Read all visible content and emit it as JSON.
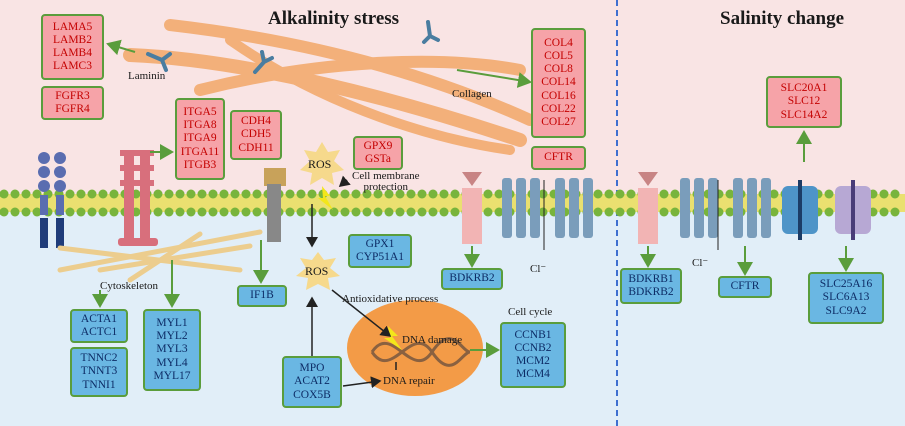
{
  "titles": {
    "alkalinity": "Alkalinity stress",
    "salinity": "Salinity change"
  },
  "labels": {
    "laminin": "Laminin",
    "collagen": "Collagen",
    "ros_top": "ROS",
    "ros_bottom": "ROS",
    "membrane_protection": "Cell membrane\nprotection",
    "cytoskeleton": "Cytoskeleton",
    "antioxidative": "Antioxidative process",
    "dna_damage": "DNA damage",
    "dna_repair": "DNA repair",
    "cell_cycle": "Cell cycle",
    "chloride_left": "Cl⁻",
    "chloride_right": "Cl⁻"
  },
  "gene_boxes": {
    "laminin_genes": [
      "LAMA5",
      "LAMB2",
      "LAMB4",
      "LAMC3"
    ],
    "fgfr": [
      "FGFR3",
      "FGFR4"
    ],
    "integrins": [
      "ITGA5",
      "ITGA8",
      "ITGA9",
      "ITGA11",
      "ITGB3"
    ],
    "cadherins": [
      "CDH4",
      "CDH5",
      "CDH11"
    ],
    "gpx_gst": [
      "GPX9",
      "GSTa"
    ],
    "collagens": [
      "COL4",
      "COL5",
      "COL8",
      "COL14",
      "COL16",
      "COL22",
      "COL27"
    ],
    "cftr_top": [
      "CFTR"
    ],
    "slc_up": [
      "SLC20A1",
      "SLC12",
      "SLC14A2"
    ],
    "actin": [
      "ACTA1",
      "ACTC1"
    ],
    "troponin": [
      "TNNC2",
      "TNNT3",
      "TNNI1"
    ],
    "myosin": [
      "MYL1",
      "MYL2",
      "MYL3",
      "MYL4",
      "MYL17"
    ],
    "if1b": [
      "IF1B"
    ],
    "gpx1": [
      "GPX1",
      "CYP51A1"
    ],
    "bdkrb2_left": [
      "BDKRB2"
    ],
    "mpo": [
      "MPO",
      "ACAT2",
      "COX5B"
    ],
    "cell_cycle_genes": [
      "CCNB1",
      "CCNB2",
      "MCM2",
      "MCM4"
    ],
    "bdkrb_right": [
      "BDKRB1",
      "BDKRB2"
    ],
    "cftr_bottom": [
      "CFTR"
    ],
    "slc_down": [
      "SLC25A16",
      "SLC6A13",
      "SLC9A2"
    ]
  },
  "colors": {
    "upregulated_text": "#c40000",
    "upregulated_fill": "#f6a3a8",
    "downregulated_fill": "#6ab7e3",
    "downregulated_text": "#0d2c66",
    "box_border": "#5a9d3c",
    "extracellular_bg": "#f9e4e4",
    "intracellular_bg": "#e1eef8",
    "divider": "#3f6fd0"
  }
}
